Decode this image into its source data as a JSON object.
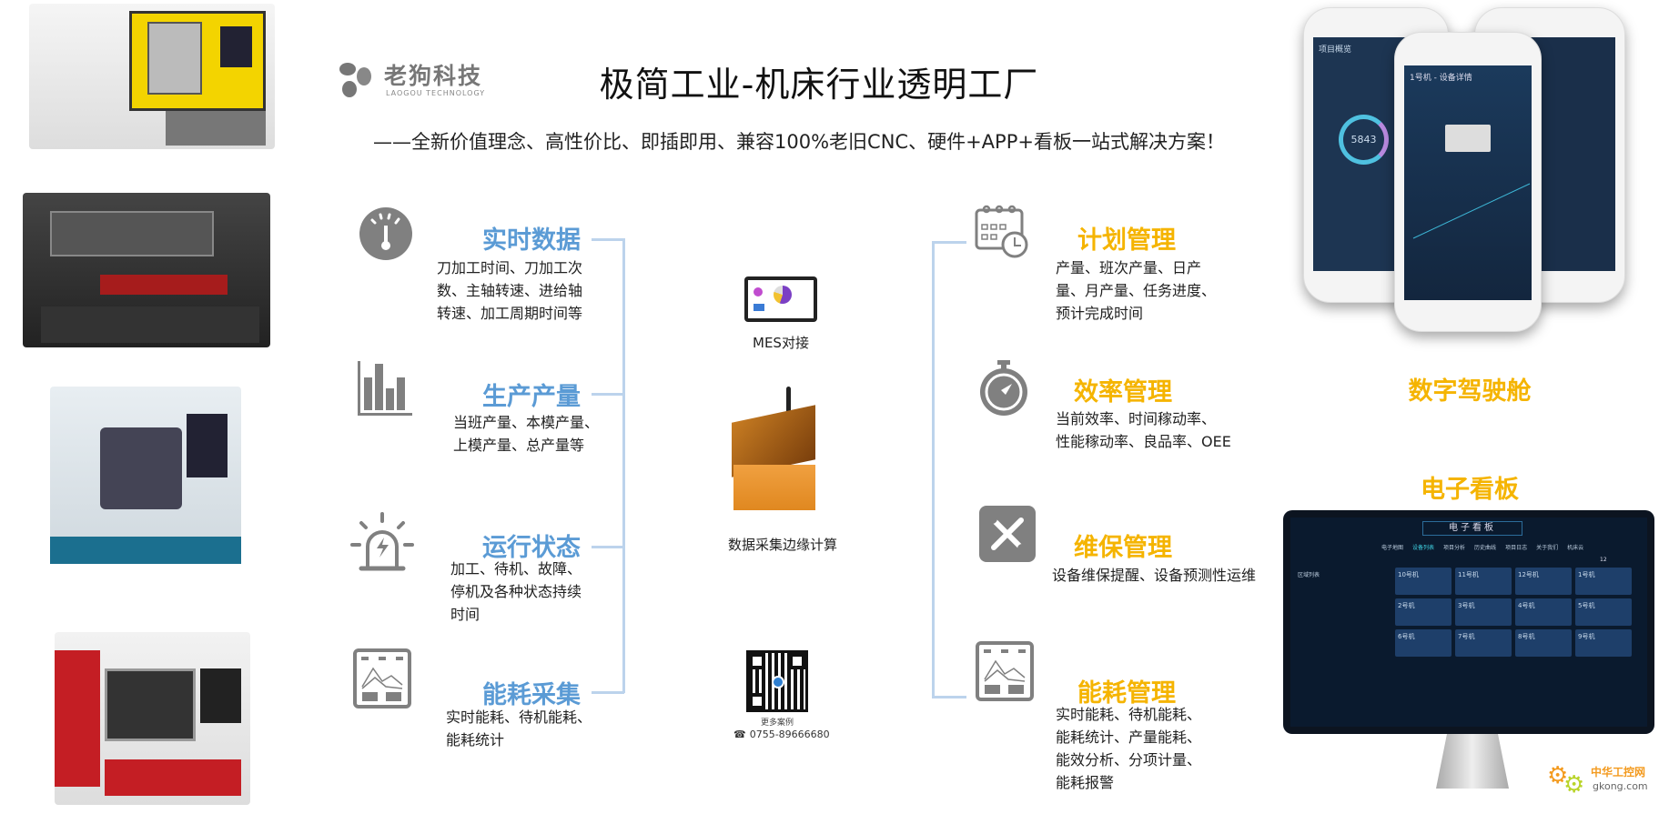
{
  "header": {
    "logo_name": "老狗科技",
    "logo_sub": "LAOGOU TECHNOLOGY",
    "title": "极简工业-机床行业透明工厂",
    "subtitle": "——全新价值理念、高性价比、即插即用、兼容100%老旧CNC、硬件+APP+看板一站式解决方案！"
  },
  "colors": {
    "blue": "#5b9bd5",
    "orange": "#f5b400",
    "icon_gray": "#808080"
  },
  "left_features": [
    {
      "icon": "gauge-icon",
      "title": "实时数据",
      "desc": "刀加工时间、刀加工次\n数、主轴转速、进给轴\n转速、加工周期时间等"
    },
    {
      "icon": "bar-chart-icon",
      "title": "生产产量",
      "desc": "当班产量、本模产量、\n上模产量、总产量等"
    },
    {
      "icon": "alarm-light-icon",
      "title": "运行状态",
      "desc": "加工、待机、故障、\n停机及各种状态持续\n时间"
    },
    {
      "icon": "energy-meter-icon",
      "title": "能耗采集",
      "desc": "实时能耗、待机能耗、\n能耗统计"
    }
  ],
  "right_features": [
    {
      "icon": "calendar-clock-icon",
      "title": "计划管理",
      "desc": "产量、班次产量、日产\n量、月产量、任务进度、\n预计完成时间"
    },
    {
      "icon": "stopwatch-icon",
      "title": "效率管理",
      "desc": "当前效率、时间稼动率、\n性能稼动率、良品率、OEE"
    },
    {
      "icon": "wrench-screwdriver-icon",
      "title": "维保管理",
      "desc": "设备维保提醒、设备预测性运维"
    },
    {
      "icon": "energy-meter-icon",
      "title": "能耗管理",
      "desc": "实时能耗、待机能耗、\n能耗统计、产量能耗、\n能效分析、分项计量、\n能耗报警"
    }
  ],
  "center": {
    "mes_label": "MES对接",
    "device_label": "数据采集边缘计算",
    "qr_caption": "更多案例",
    "phone": "0755-89666680"
  },
  "cockpit": {
    "label": "数字驾驶舱",
    "phone_title": "1号机 - 设备详情",
    "left_phone_title": "项目概览",
    "total": "5843"
  },
  "dashboard": {
    "label": "电子看板",
    "screen_title": "电子看板",
    "nav": [
      "电子地图",
      "设备列表",
      "项目分析",
      "历史曲线",
      "项目日志",
      "关于我们",
      "机床云"
    ],
    "sidebar_title": "区域列表",
    "count": "12",
    "machines": [
      "10号机",
      "11号机",
      "12号机",
      "1号机",
      "2号机",
      "3号机",
      "4号机",
      "5号机",
      "6号机",
      "7号机",
      "8号机",
      "9号机"
    ]
  },
  "watermark": {
    "name": "中华工控网",
    "domain": "gkong.com"
  }
}
